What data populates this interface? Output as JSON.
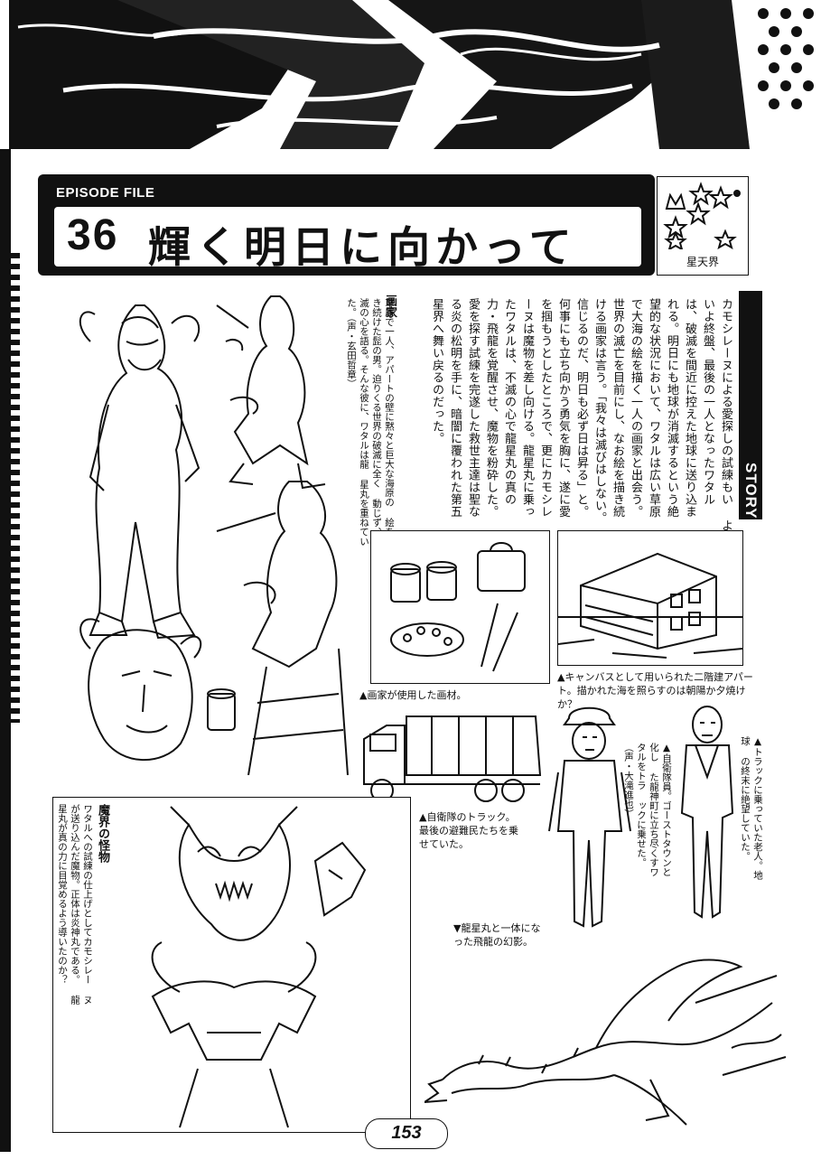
{
  "header": {
    "episode_file": "EPISODE FILE",
    "number": "36",
    "title": "輝く明日に向かって",
    "world_name": "星天界"
  },
  "story": {
    "label": "STORY",
    "columns": [
      "カモシレーヌによる愛探しの試練もい",
      "よいよ終盤、最後の一人となったワタル",
      "は、破滅を間近に控えた地球に送り込ま",
      "れる。明日にも地球が消滅するという絶",
      "望的な状況において、ワタルは広い草原",
      "で大海の絵を描く一人の画家と出会う。",
      "世界の滅亡を目前にし、なお絵を描き続",
      "ける画家は言う。「我々は滅びはしない。",
      "信じるのだ、明日も必ず日は昇る」と。",
      "何事にも立ち向かう勇気を胸に、遂に愛",
      "を掴もうとしたところで、更にカモシレ",
      "ーヌは魔物を差し向ける。龍星丸に乗っ",
      "たワタルは、不滅の心で龍星丸の真の",
      "力・飛龍を覚醒させ、魔物を粉砕した。",
      "愛を探す試練を完遂した救世主達は聖な",
      "る炎の松明を手に、暗闇に覆われた第五",
      "星界へ舞い戻るのだった。"
    ]
  },
  "painter": {
    "heading": "画家",
    "columns": [
      "草原で一人、アパートの壁に黙々と巨大な海原の",
      "絵を描き続けた髭の男。迫りくる世界の破滅に全く",
      "動じず、不滅の心を語る。そんな彼に、ワタルは龍",
      "星丸を重ねていた。（声・玄田哲章）"
    ]
  },
  "captions": {
    "paint_tools": "▲画家が使用した画材。",
    "apartment_line1": "▲キャンバスとして用いられた二階建アパー",
    "apartment_line2": "ト。描かれた海を照らすのは朝陽か夕焼けか？",
    "truck_line1": "▲自衛隊のトラック。",
    "truck_line2": "最後の避難民たちを乗",
    "truck_line3": "せていた。",
    "dragon_line1": "▼龍星丸と一体にな",
    "dragon_line2": "った飛龍の幻影。"
  },
  "soldier": {
    "columns": [
      "▲自衛隊員。ゴーストタウンと化し",
      "た龍神町に立ち尽くすワタルをトラ",
      "ックに乗せた。（声・大滝進也）"
    ]
  },
  "old_man": {
    "columns": [
      "▲トラックに乗っていた老人。地球",
      "の終末に絶望していた。"
    ]
  },
  "monster": {
    "heading": "魔界の怪物",
    "columns": [
      "ワタルへの試練の仕上げとしてカモシレー",
      "ヌが送り込んだ魔物。正体は炎神丸である。",
      "龍星丸が真の力に目覚めるよう導いたのか？"
    ]
  },
  "page_number": "153",
  "colors": {
    "ink": "#111111",
    "paper": "#ffffff",
    "screen": "#9a9a9a"
  }
}
